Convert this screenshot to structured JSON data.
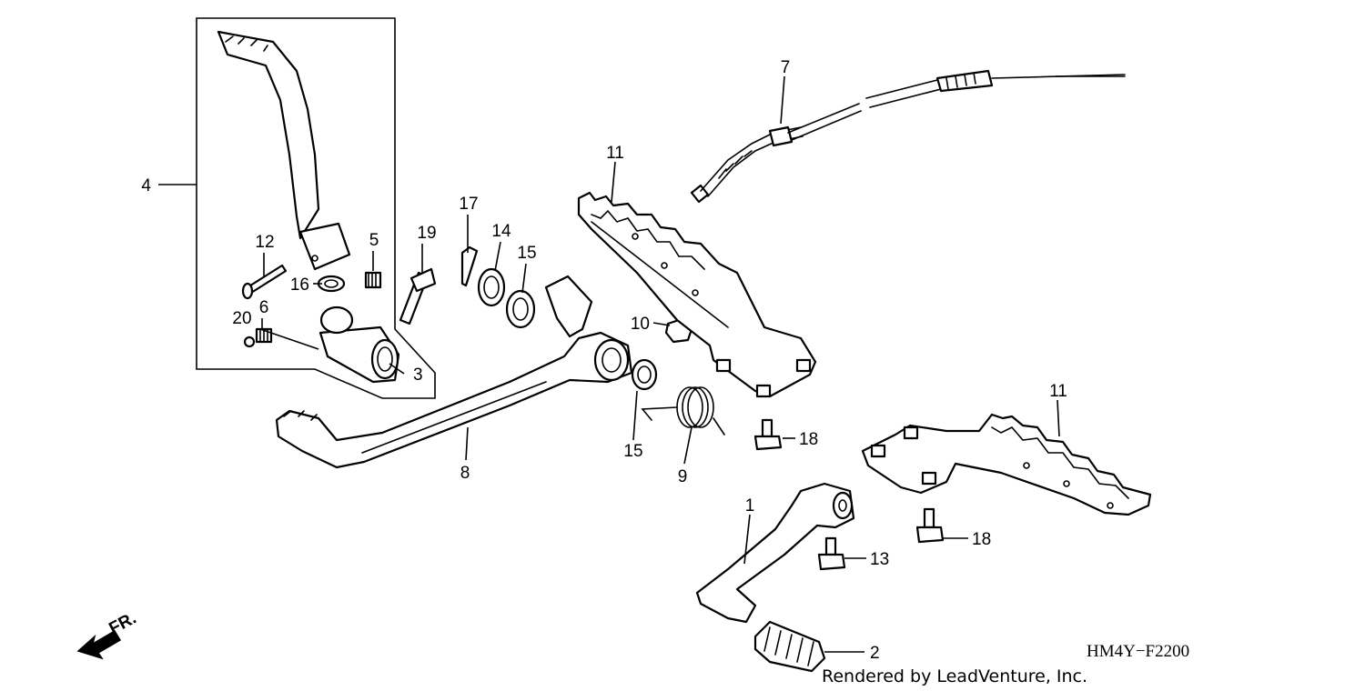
{
  "callouts": {
    "c1": "1",
    "c2": "2",
    "c3": "3",
    "c4": "4",
    "c5": "5",
    "c6": "6",
    "c7": "7",
    "c8": "8",
    "c9": "9",
    "c10": "10",
    "c11a": "11",
    "c11b": "11",
    "c12": "12",
    "c13": "13",
    "c14": "14",
    "c15a": "15",
    "c15b": "15",
    "c16": "16",
    "c17": "17",
    "c18a": "18",
    "c18b": "18",
    "c19": "19",
    "c20": "20"
  },
  "front_indicator": "FR.",
  "diagram_code": "HM4Y−F2200",
  "credit": "Rendered by LeadVenture, Inc."
}
